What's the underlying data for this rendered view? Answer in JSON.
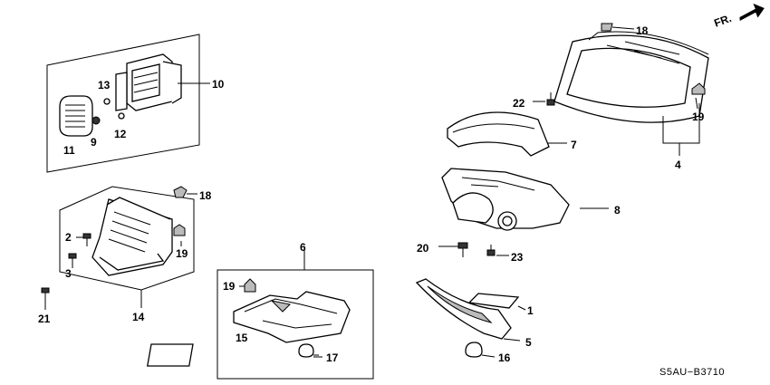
{
  "diagram": {
    "code": "S5AU−B3710",
    "direction_label": "FR.",
    "callouts": [
      "1",
      "2",
      "3",
      "4",
      "5",
      "6",
      "7",
      "8",
      "9",
      "10",
      "11",
      "12",
      "13",
      "14",
      "15",
      "16",
      "17",
      "18",
      "18",
      "19",
      "19",
      "19",
      "20",
      "21",
      "22",
      "23"
    ]
  }
}
